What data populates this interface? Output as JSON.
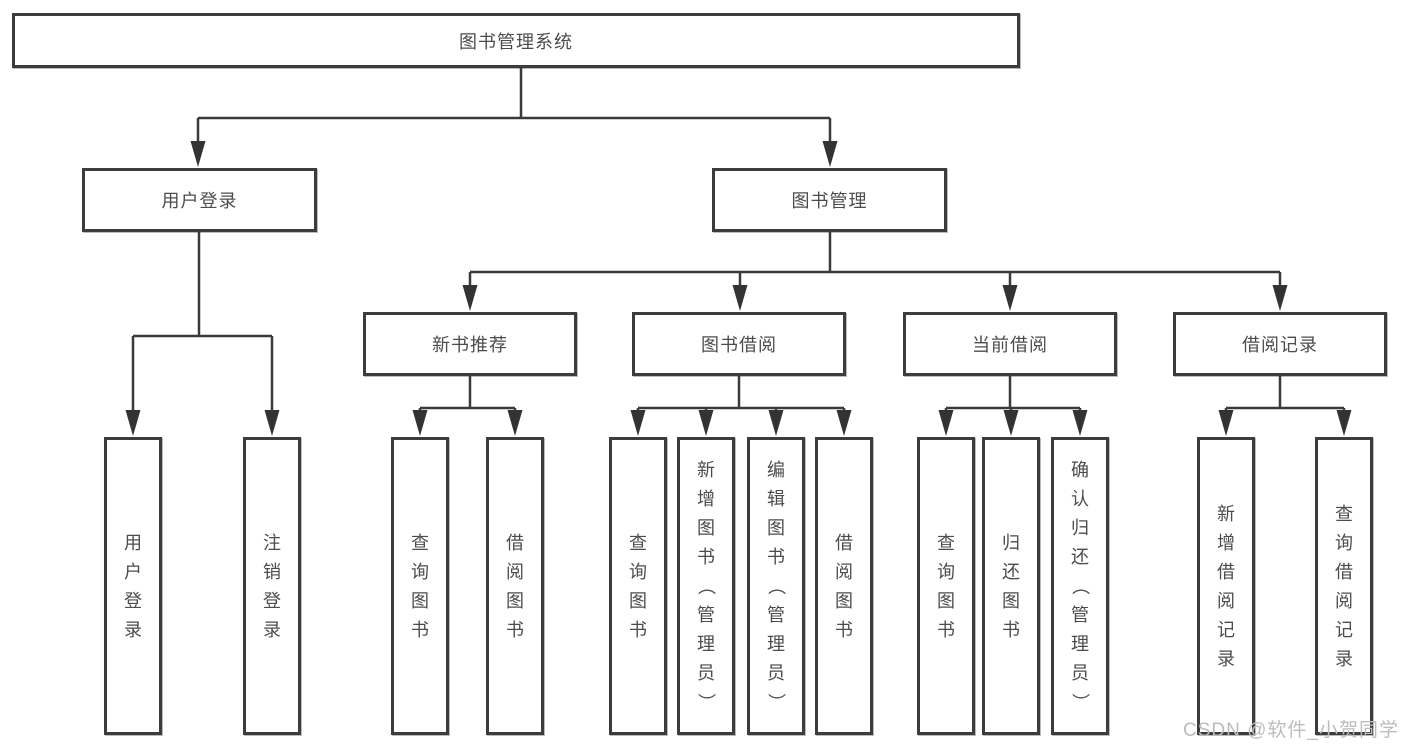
{
  "diagram": {
    "root": {
      "label": "图书管理系统"
    },
    "branches": [
      {
        "label": "用户登录",
        "children": [
          {
            "label": "用户登录"
          },
          {
            "label": "注销登录"
          }
        ]
      },
      {
        "label": "图书管理",
        "children": [
          {
            "label": "新书推荐",
            "children": [
              {
                "label": "查询图书"
              },
              {
                "label": "借阅图书"
              }
            ]
          },
          {
            "label": "图书借阅",
            "children": [
              {
                "label": "查询图书"
              },
              {
                "label": "新增图书（管理员）"
              },
              {
                "label": "编辑图书（管理员）"
              },
              {
                "label": "借阅图书"
              }
            ]
          },
          {
            "label": "当前借阅",
            "children": [
              {
                "label": "查询图书"
              },
              {
                "label": "归还图书"
              },
              {
                "label": "确认归还（管理员）"
              }
            ]
          },
          {
            "label": "借阅记录",
            "children": [
              {
                "label": "新增借阅记录"
              },
              {
                "label": "查询借阅记录"
              }
            ]
          }
        ]
      }
    ],
    "line_color": "#3a3a3a",
    "watermark": "CSDN @软件_小贺同学"
  }
}
